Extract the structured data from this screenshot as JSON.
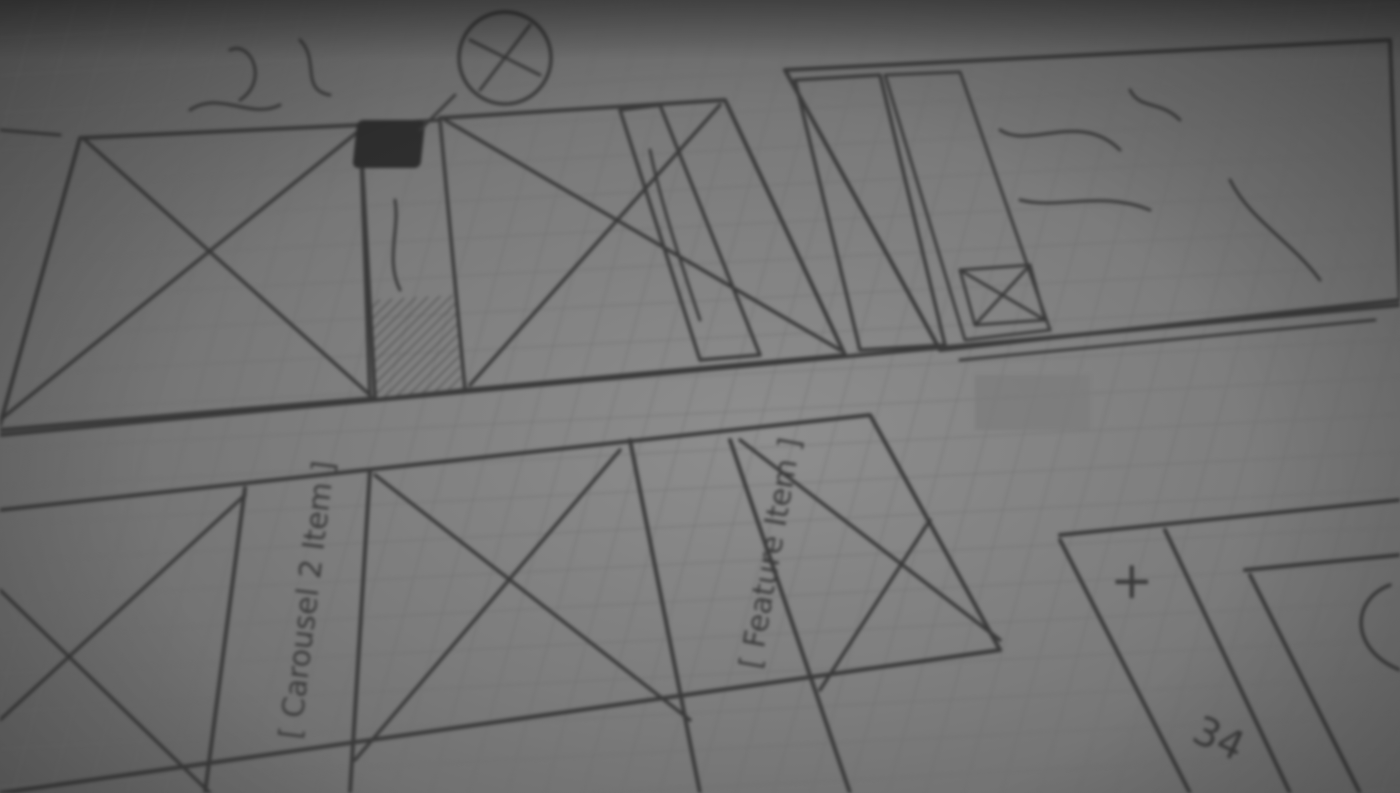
{
  "photo": {
    "subject": "Hand-drawn wireframe sketches on grid paper",
    "sketch_labels": {
      "carousel_label": "[ Carousel 2 Item ]",
      "feature_label": "[ Feature Item ]",
      "plus_symbol": "+",
      "number_scribble": "34"
    }
  }
}
